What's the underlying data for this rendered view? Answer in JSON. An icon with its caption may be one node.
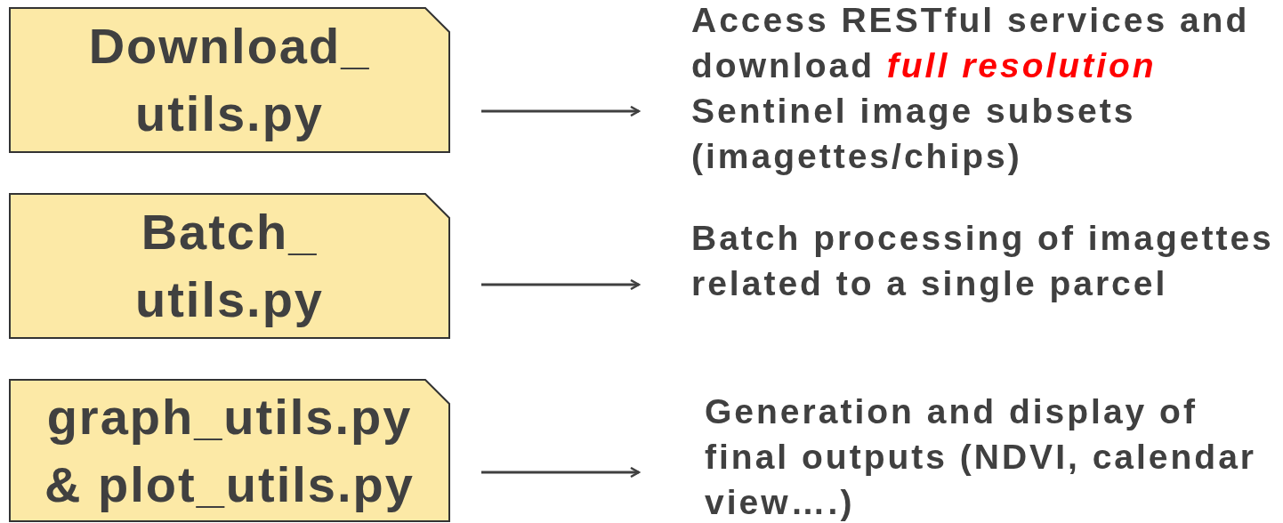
{
  "diagram": {
    "nodes": [
      {
        "text": [
          "Download_ utils.py"
        ]
      },
      {
        "text": [
          "Access RESTful services and download *full resolution* Sentinel image subsets (imagettes/chips)"
        ]
      },
      {
        "text": [
          "Batch_ utils.py"
        ]
      },
      {
        "text": [
          "Batch processing of imagettes related to a single parcel"
        ]
      },
      {
        "text": [
          "graph_utils.py & plot_utils.py"
        ]
      },
      {
        "text": [
          "Generation and display of final outputs (NDVI, calendar view….)"
        ]
      }
    ],
    "edges": [
      {
        "from": 0,
        "to": 1,
        "arrow": "to"
      },
      {
        "from": 2,
        "to": 3,
        "arrow": "to"
      },
      {
        "from": 4,
        "to": 5,
        "arrow": "to"
      }
    ]
  }
}
